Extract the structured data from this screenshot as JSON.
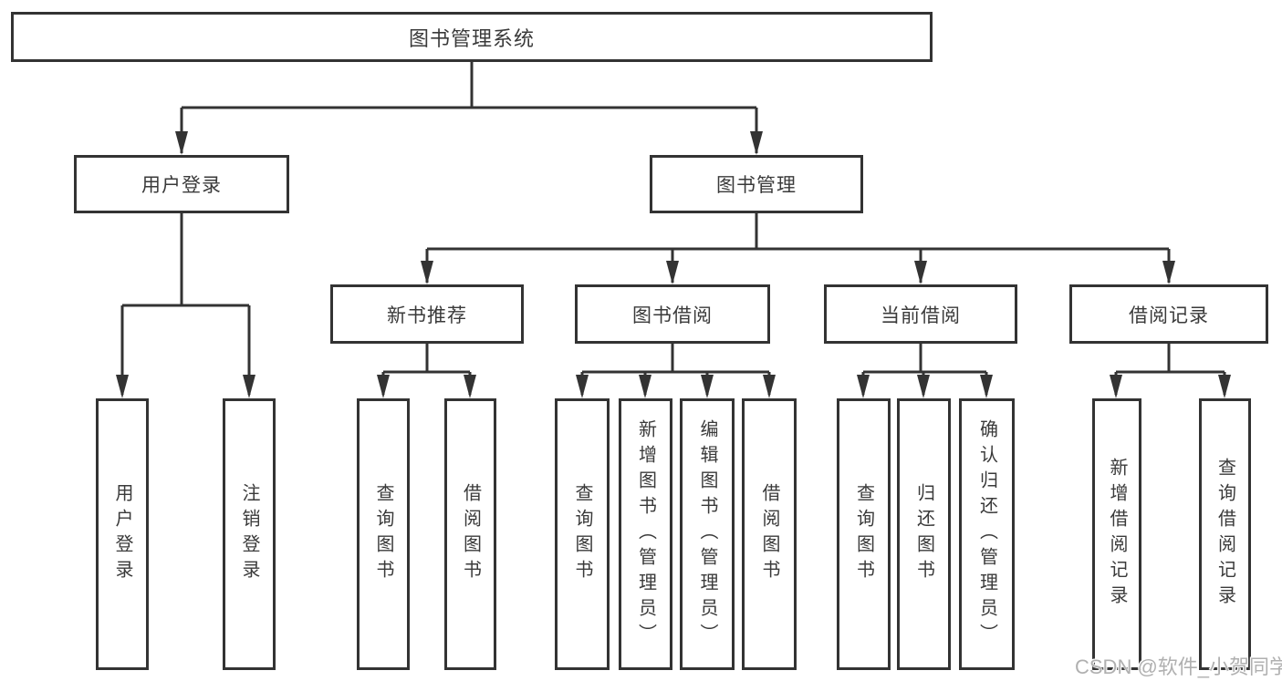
{
  "colors": {
    "line": "#333333",
    "text": "#3a3a3a",
    "background": "#ffffff",
    "watermark": "#b0b0b0"
  },
  "tree": {
    "root": {
      "label": "图书管理系统"
    },
    "branches": [
      {
        "label": "用户登录",
        "children": [
          {
            "label": "用户登录"
          },
          {
            "label": "注销登录"
          }
        ]
      },
      {
        "label": "图书管理",
        "children": [
          {
            "label": "新书推荐",
            "children": [
              {
                "label": "查询图书"
              },
              {
                "label": "借阅图书"
              }
            ]
          },
          {
            "label": "图书借阅",
            "children": [
              {
                "label": "查询图书"
              },
              {
                "label": "新增图书（管理员）"
              },
              {
                "label": "编辑图书（管理员）"
              },
              {
                "label": "借阅图书"
              }
            ]
          },
          {
            "label": "当前借阅",
            "children": [
              {
                "label": "查询图书"
              },
              {
                "label": "归还图书"
              },
              {
                "label": "确认归还（管理员）"
              }
            ]
          },
          {
            "label": "借阅记录",
            "children": [
              {
                "label": "新增借阅记录"
              },
              {
                "label": "查询借阅记录"
              }
            ]
          }
        ]
      }
    ]
  },
  "watermark": {
    "text": "CSDN @软件_小贺同学"
  }
}
